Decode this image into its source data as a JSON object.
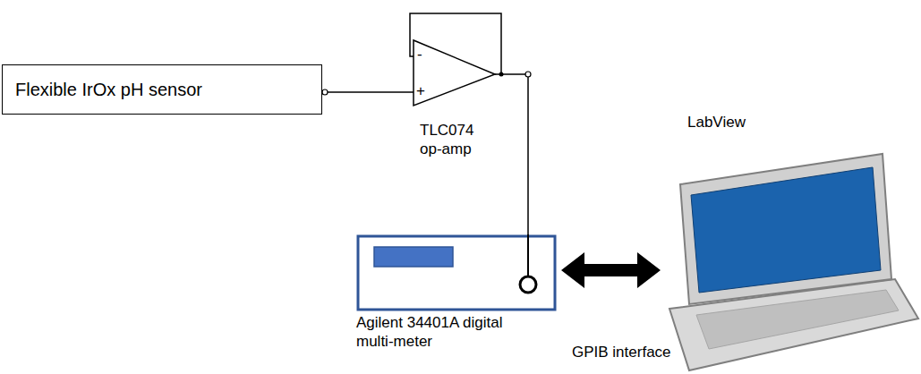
{
  "diagram": {
    "nodes": [
      {
        "text": [
          "Flexible IrOx pH sensor"
        ]
      },
      {
        "text": [
          "TLC074 op-amp"
        ]
      },
      {
        "text": [
          "Agilent 34401A digital multi-meter"
        ]
      },
      {
        "text": [
          "LabView"
        ]
      }
    ],
    "edges": [
      {
        "from": 0,
        "to": 1,
        "arrow": "none"
      },
      {
        "from": 1,
        "to": 2,
        "arrow": "none"
      },
      {
        "from": 2,
        "to": 3,
        "label": "GPIB interface",
        "arrow": "both"
      }
    ],
    "labels": [
      "-",
      "+"
    ]
  }
}
